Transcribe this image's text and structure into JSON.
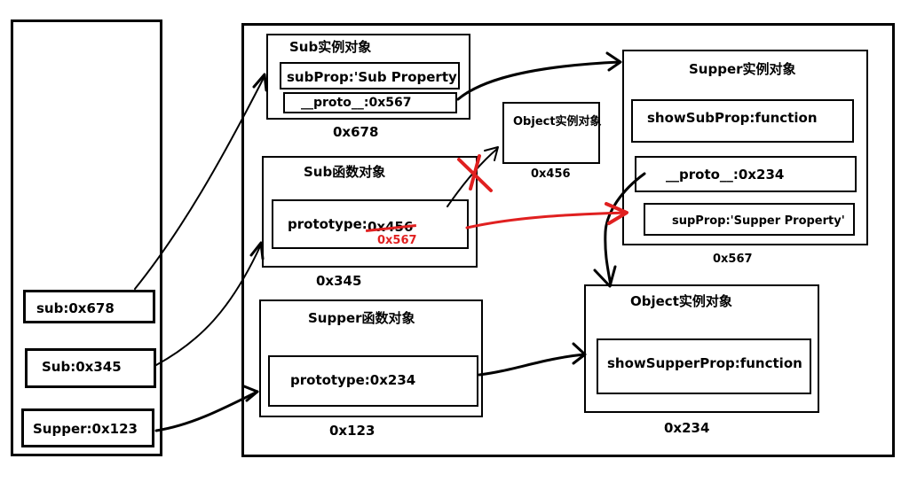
{
  "stack": {
    "sub_var": "sub:0x678",
    "Sub_var": "Sub:0x345",
    "Supper_var": "Supper:0x123"
  },
  "sub_instance": {
    "title": "Sub实例对象",
    "subProp": "subProp:'Sub Property'",
    "proto": "__proto__:0x567",
    "address": "0x678"
  },
  "object_456": {
    "title": "Object实例对象",
    "address": "0x456"
  },
  "sub_function": {
    "title": "Sub函数对象",
    "prototype_label": "prototype:",
    "prototype_old": "0x456",
    "prototype_new": "0x567",
    "address": "0x345"
  },
  "supper_instance": {
    "title": "Supper实例对象",
    "showSubProp": "showSubProp:function",
    "proto": "__proto__:0x234",
    "supProp": "supProp:'Supper Property'",
    "address": "0x567"
  },
  "supper_function": {
    "title": "Supper函数对象",
    "prototype": "prototype:0x234",
    "address": "0x123"
  },
  "object_234": {
    "title": "Object实例对象",
    "showSupperProp": "showSupperProp:function",
    "address": "0x234"
  },
  "colors": {
    "ink": "#000000",
    "change": "#e02020"
  }
}
